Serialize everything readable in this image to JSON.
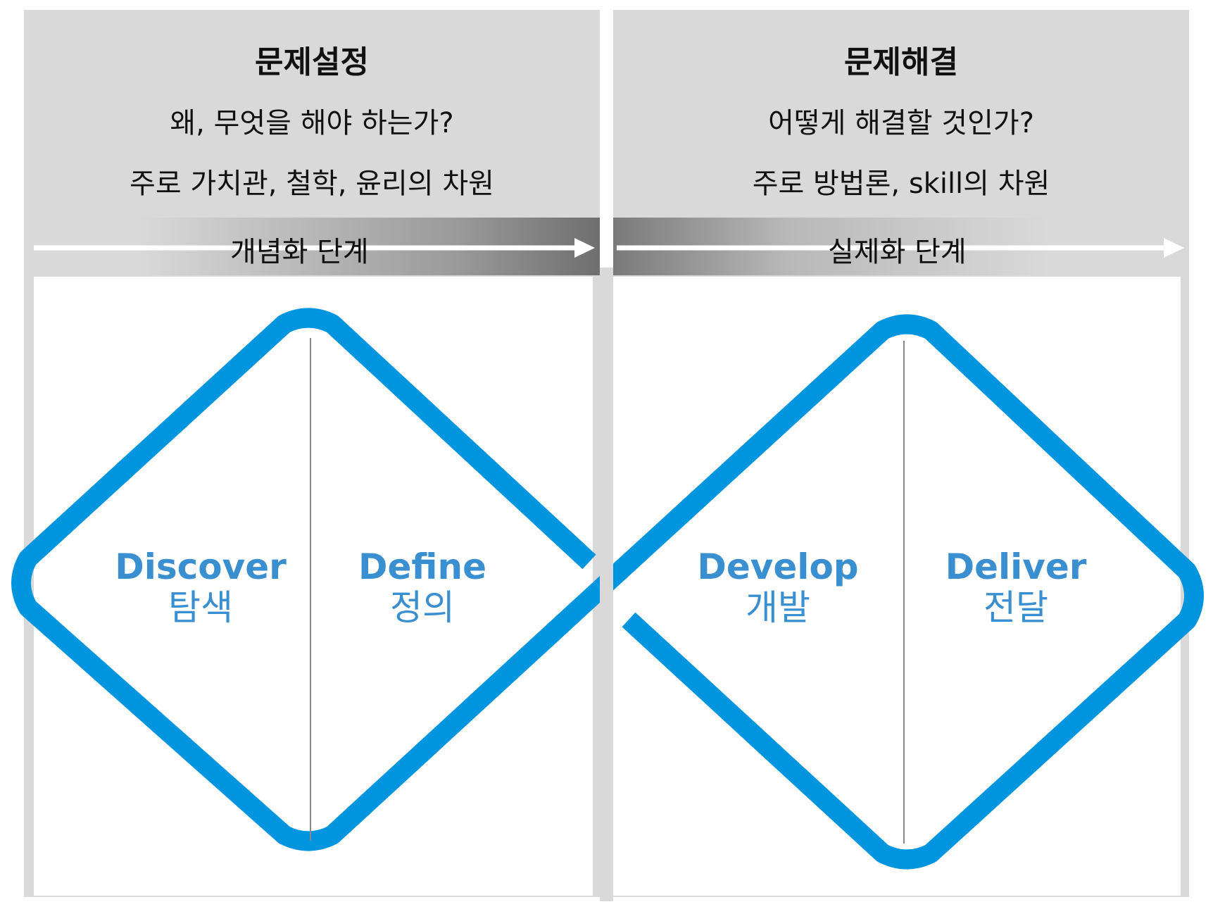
{
  "colors": {
    "accent": "#0095de",
    "stage_text": "#3a8fd0",
    "panel": "#d9d9d9"
  },
  "left": {
    "title": "문제설정",
    "question": "왜, 무엇을 해야 하는가?",
    "dimension": "주로 가치관, 철학, 윤리의 차원",
    "phase": "개념화 단계"
  },
  "right": {
    "title": "문제해결",
    "question": "어떻게 해결할 것인가?",
    "dimension": "주로 방법론, skill의 차원",
    "phase": "실제화 단계"
  },
  "stages": [
    {
      "en": "Discover",
      "ko": "탐색"
    },
    {
      "en": "Define",
      "ko": "정의"
    },
    {
      "en": "Develop",
      "ko": "개발"
    },
    {
      "en": "Deliver",
      "ko": "전달"
    }
  ]
}
